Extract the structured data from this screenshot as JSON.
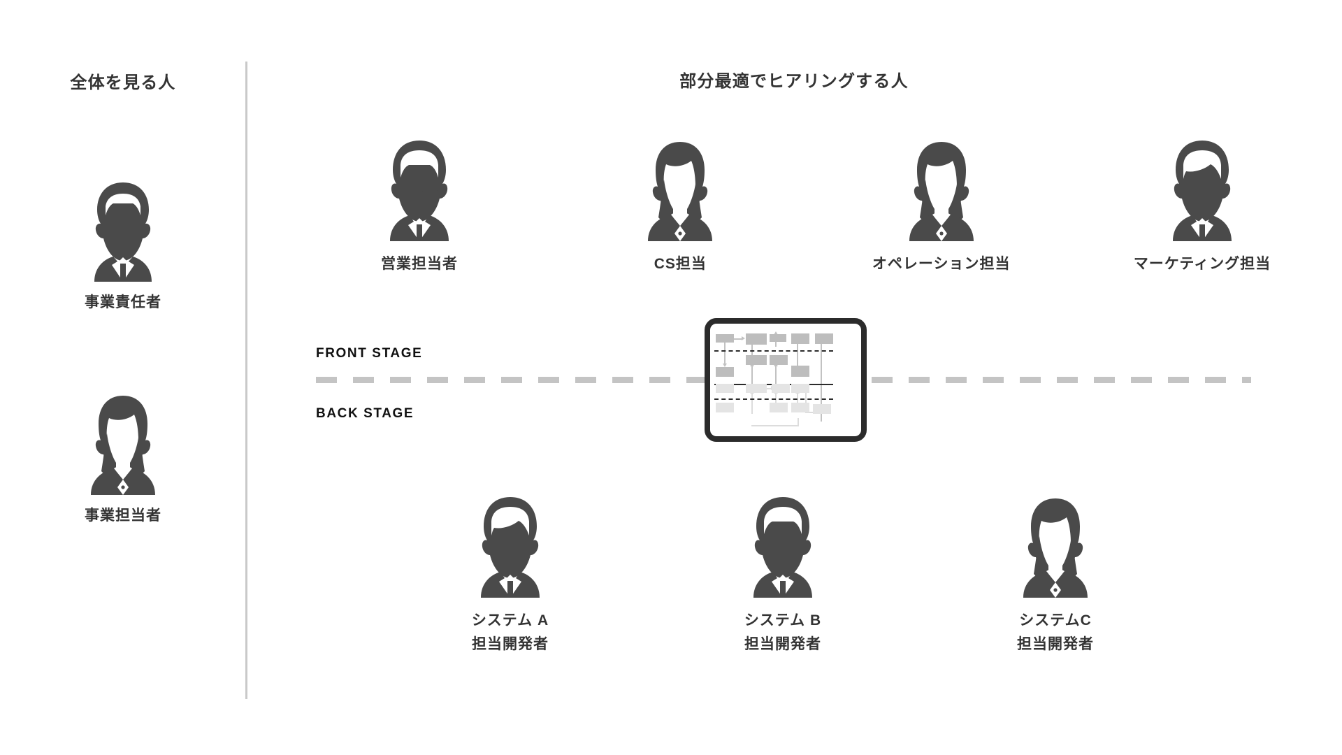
{
  "colors": {
    "icon": "#4a4a4a",
    "text": "#333333",
    "stage_text": "#111111",
    "divider": "#c9c9c9",
    "dash": "#c4c4c4",
    "card_border": "#2b2b2b",
    "bp_box_dark": "#bdbdbd",
    "bp_box_light": "#e4e4e4",
    "background": "#ffffff"
  },
  "left_column": {
    "title": "全体を見る人",
    "people": [
      {
        "label": "事業責任者",
        "icon": "person-mustache-icon"
      },
      {
        "label": "事業担当者",
        "icon": "person-woman-icon"
      }
    ]
  },
  "right_column": {
    "title": "部分最適でヒアリングする人",
    "front_row": [
      {
        "label": "営業担当者",
        "icon": "person-man-glasses-icon"
      },
      {
        "label": "CS担当",
        "icon": "person-woman-icon"
      },
      {
        "label": "オペレーション担当",
        "icon": "person-woman-icon"
      },
      {
        "label": "マーケティング担当",
        "icon": "person-man-icon"
      }
    ],
    "back_row": [
      {
        "label_line1": "システム A",
        "label_line2": "担当開発者",
        "icon": "person-man-icon"
      },
      {
        "label_line1": "システム B",
        "label_line2": "担当開発者",
        "icon": "person-man-glasses-icon"
      },
      {
        "label_line1": "システムC",
        "label_line2": "担当開発者",
        "icon": "person-woman-icon"
      }
    ]
  },
  "stage": {
    "front_label": "FRONT STAGE",
    "back_label": "BACK STAGE"
  },
  "blueprint_card": {
    "name": "service-blueprint-thumbnail"
  }
}
